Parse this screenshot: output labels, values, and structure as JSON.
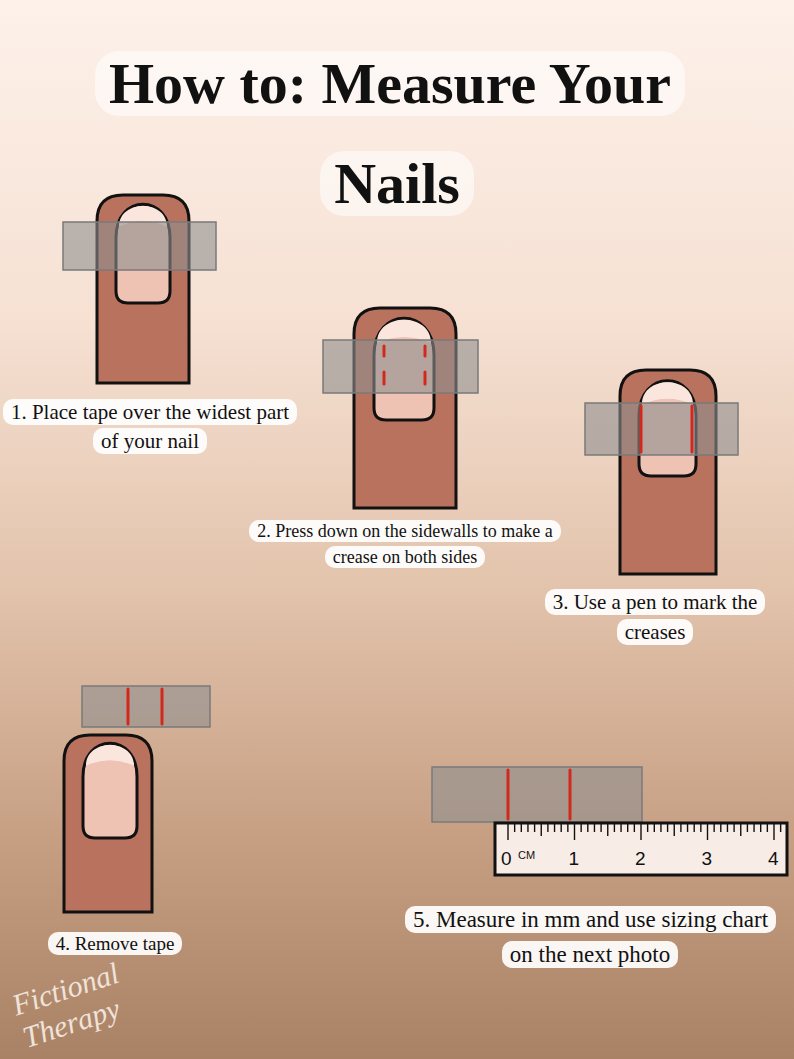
{
  "diagram": {
    "title": "How to: Measure Your Nails",
    "labels": [
      "1. Place tape over the widest part of your nail",
      "2. Press down on the sidewalls to make a crease on both sides",
      "3. Use a pen to mark the creases",
      "4. Remove tape",
      "5. Measure in mm and use sizing chart on the next photo",
      "0",
      "CM",
      "1",
      "2",
      "3",
      "4",
      "Fictional Therapy"
    ]
  }
}
